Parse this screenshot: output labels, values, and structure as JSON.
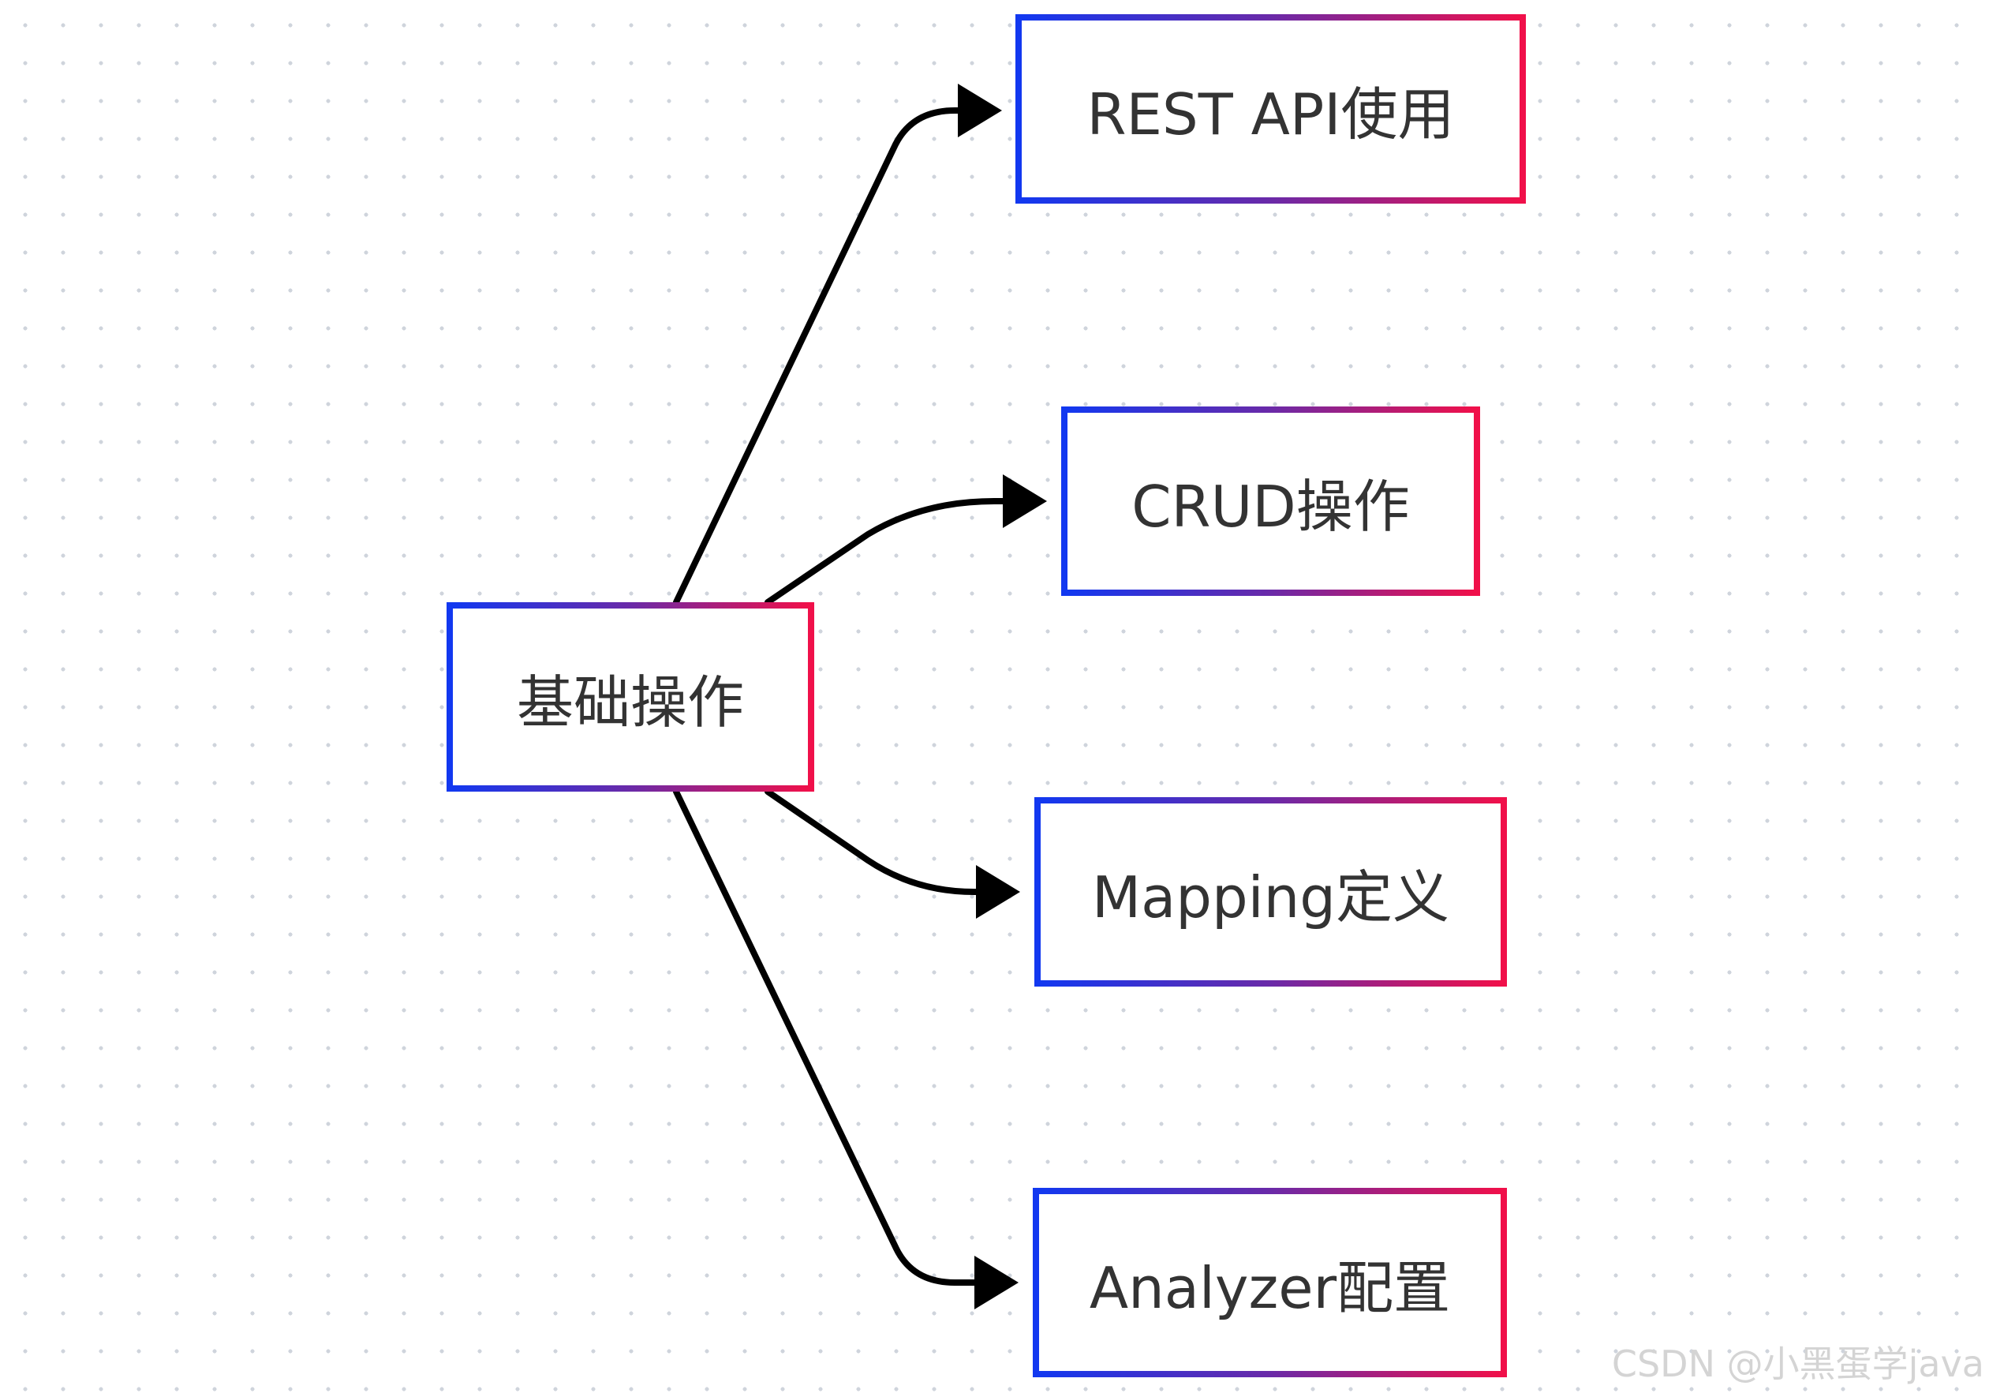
{
  "diagram": {
    "root": {
      "label": "基础操作"
    },
    "children": [
      {
        "label": "REST API使用"
      },
      {
        "label": "CRUD操作"
      },
      {
        "label": "Mapping定义"
      },
      {
        "label": "Analyzer配置"
      }
    ]
  },
  "watermark": "CSDN @小黑蛋学java",
  "colors": {
    "border_start": "#1238f0",
    "border_end": "#f0104a",
    "text": "#333333",
    "edge": "#000000",
    "grid_dot": "#cfd4dc"
  }
}
